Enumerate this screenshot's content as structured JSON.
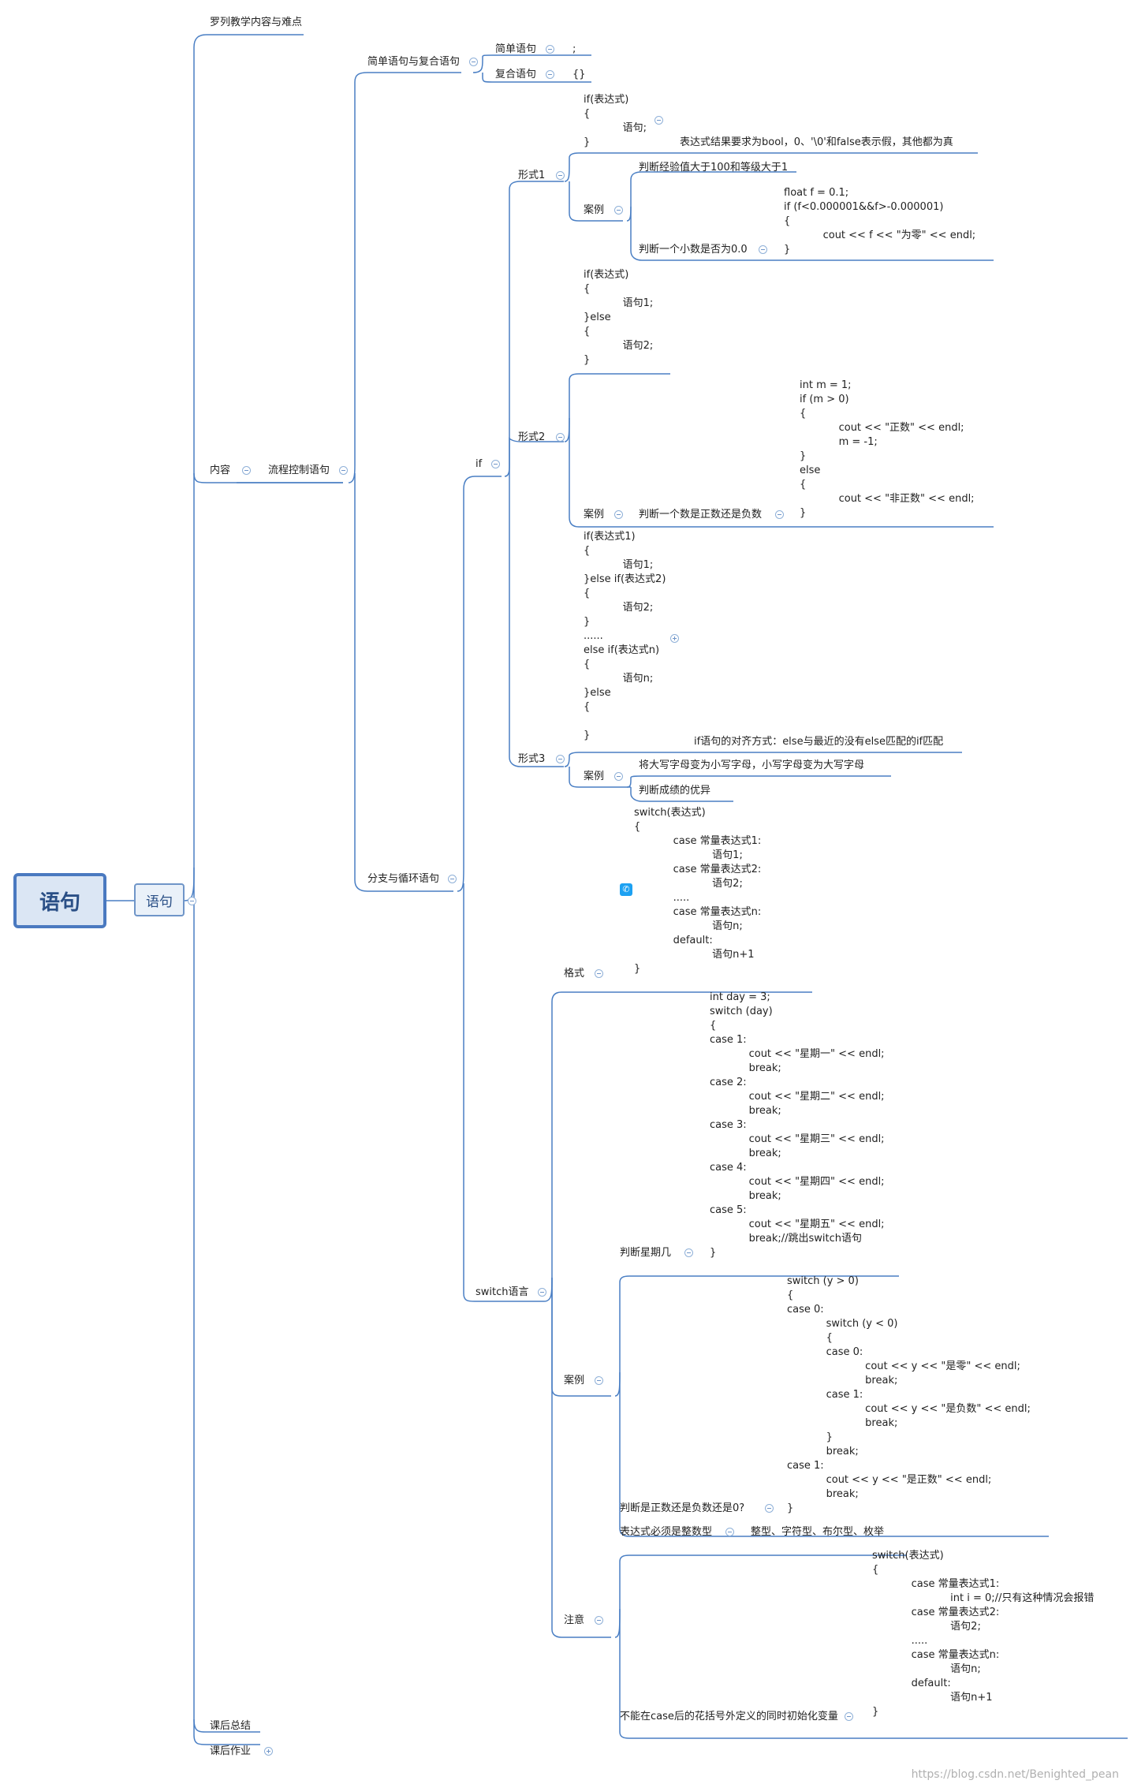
{
  "root": {
    "label": "语句"
  },
  "subroot": {
    "label": "语句"
  },
  "level1": {
    "a": "罗列教学内容与难点",
    "b": "内容",
    "c": "课后总结",
    "d": "课后作业"
  },
  "flow": {
    "label": "流程控制语句"
  },
  "simple_compound": {
    "label": "简单语句与复合语句",
    "simple": {
      "label": "简单语句",
      "value": ";"
    },
    "compound": {
      "label": "复合语句",
      "value": "{}"
    }
  },
  "branch": {
    "label": "分支与循环语句"
  },
  "if": {
    "label": "if",
    "form1": {
      "label": "形式1",
      "syntax": "if(表达式)\n{\n            语句;\n}",
      "note": "表达式结果要求为bool，0、'\\0'和false表示假，其他都为真",
      "case_label": "案例",
      "case1": "判断经验值大于100和等级大于1",
      "case2_label": "判断一个小数是否为0.0",
      "case2_code": "float f = 0.1;\nif (f<0.000001&&f>-0.000001)\n{\n            cout << f << \"为零\" << endl;\n}"
    },
    "form2": {
      "label": "形式2",
      "syntax": "if(表达式)\n{\n            语句1;\n}else\n{\n            语句2;\n}",
      "case_label": "案例",
      "case_title": "判断一个数是正数还是负数",
      "case_code": "int m = 1;\nif (m > 0)\n{\n            cout << \"正数\" << endl;\n            m = -1;\n}\nelse\n{\n            cout << \"非正数\" << endl;\n}"
    },
    "form3": {
      "label": "形式3",
      "syntax": "if(表达式1)\n{\n            语句1;\n}else if(表达式2)\n{\n            语句2;\n}\n......\nelse if(表达式n)\n{\n            语句n;\n}else\n{\n\n}",
      "note": "if语句的对齐方式：else与最近的没有else匹配的if匹配",
      "case_label": "案例",
      "case1": "将大写字母变为小写字母，小写字母变为大写字母",
      "case2": "判断成绩的优异"
    }
  },
  "switch": {
    "label": "switch语言",
    "format_label": "格式",
    "format_code": "switch(表达式)\n{\n            case 常量表达式1:\n                        语句1;\n            case 常量表达式2:\n                        语句2;\n            .....\n            case 常量表达式n:\n                        语句n;\n            default:\n                        语句n+1\n}",
    "case_label": "案例",
    "day_title": "判断星期几",
    "day_code": "int day = 3;\nswitch (day)\n{\ncase 1:\n            cout << \"星期一\" << endl;\n            break;\ncase 2:\n            cout << \"星期二\" << endl;\n            break;\ncase 3:\n            cout << \"星期三\" << endl;\n            break;\ncase 4:\n            cout << \"星期四\" << endl;\n            break;\ncase 5:\n            cout << \"星期五\" << endl;\n            break;//跳出switch语句\n}",
    "sign_title": "判断是正数还是负数还是0?",
    "sign_code": "switch (y > 0)\n{\ncase 0:\n            switch (y < 0)\n            {\n            case 0:\n                        cout << y << \"是零\" << endl;\n                        break;\n            case 1:\n                        cout << y << \"是负数\" << endl;\n                        break;\n            }\n            break;\ncase 1:\n            cout << y << \"是正数\" << endl;\n            break;\n}",
    "note_label": "注意",
    "note1": "表达式必须是整数型",
    "note1_value": "整型、字符型、布尔型、枚举",
    "note2": "不能在case后的花括号外定义的同时初始化变量",
    "note2_code": "switch(表达式)\n{\n            case 常量表达式1:\n                        int i = 0;//只有这种情况会报错\n            case 常量表达式2:\n                        语句2;\n            .....\n            case 常量表达式n:\n                        语句n;\n            default:\n                        语句n+1\n}"
  },
  "watermark": "https://blog.csdn.net/Benighted_pean",
  "colors": {
    "line": "#4a7fc4",
    "root_fill": "#dbe6f4",
    "root_border": "#4a79c0"
  }
}
